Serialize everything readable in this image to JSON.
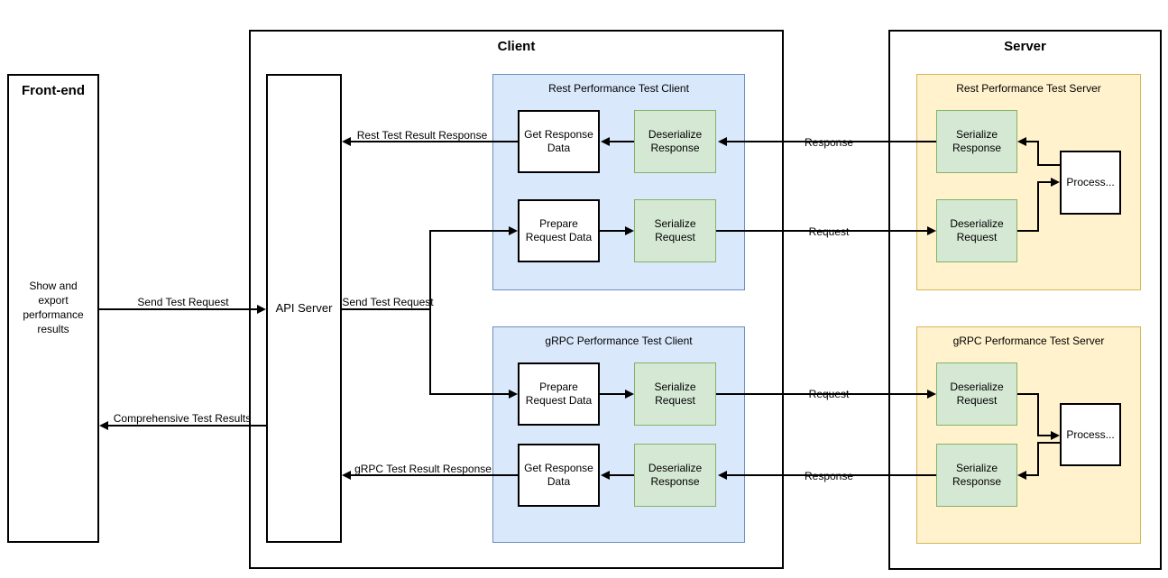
{
  "diagram": {
    "frontend": {
      "title": "Front-end",
      "body": "Show and export performance results"
    },
    "client": {
      "title": "Client",
      "api_server_label": "API Server",
      "rest_group": {
        "title": "Rest Performance Test Client",
        "get_response": "Get Response Data",
        "deserialize_response": "Deserialize Response",
        "prepare_request": "Prepare Request Data",
        "serialize_request": "Serialize Request"
      },
      "grpc_group": {
        "title": "gRPC Performance Test Client",
        "prepare_request": "Prepare Request Data",
        "serialize_request": "Serialize Request",
        "get_response": "Get Response Data",
        "deserialize_response": "Deserialize Response"
      }
    },
    "server": {
      "title": "Server",
      "rest_group": {
        "title": "Rest Performance Test Server",
        "serialize_response": "Serialize Response",
        "deserialize_request": "Deserialize Request",
        "process": "Process..."
      },
      "grpc_group": {
        "title": "gRPC Performance Test Server",
        "deserialize_request": "Deserialize Request",
        "serialize_response": "Serialize Response",
        "process": "Process..."
      }
    },
    "edge_labels": {
      "send_test_request": "Send Test Request",
      "comprehensive_test_results": "Comprehensive Test Results",
      "rest_test_result_response": "Rest Test Result Response",
      "send_test_request_internal": "Send Test Request",
      "grpc_test_result_response": "gRPC Test Result Response",
      "response_rest": "Response",
      "request_rest": "Request",
      "request_grpc": "Request",
      "response_grpc": "Response"
    },
    "colors": {
      "client_group_fill": "#dae8fc",
      "client_group_stroke": "#6c8ebf",
      "process_green_fill": "#d5e8d4",
      "process_green_stroke": "#82b366",
      "server_group_fill": "#fff2cc",
      "server_group_stroke": "#d6b656",
      "line": "#000000"
    }
  }
}
